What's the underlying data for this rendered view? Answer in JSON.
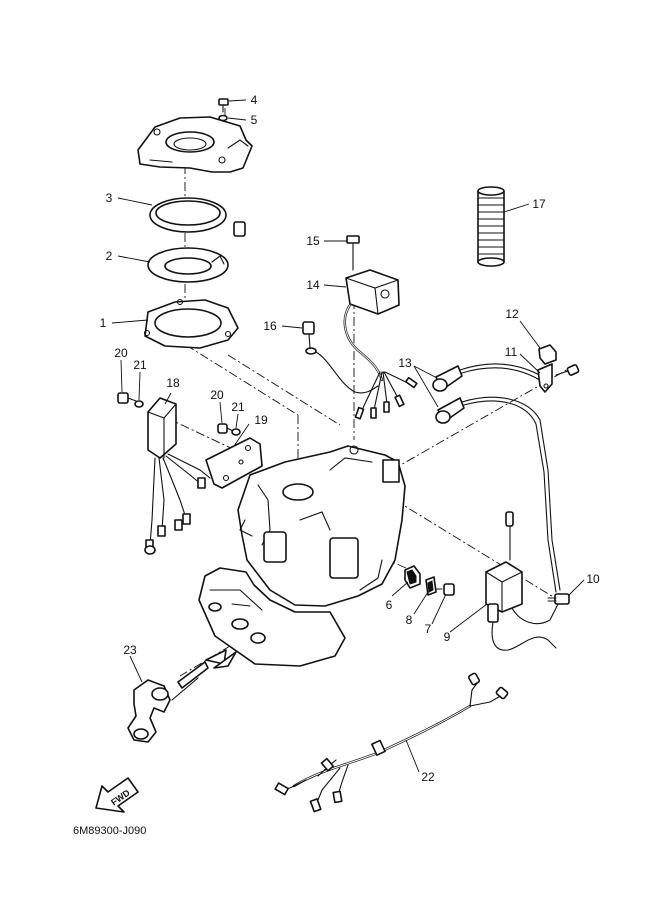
{
  "diagram_code": "6M89300-J090",
  "fwd_label": "FWD",
  "callouts": [
    {
      "id": "1",
      "text": "1"
    },
    {
      "id": "2",
      "text": "2"
    },
    {
      "id": "3",
      "text": "3"
    },
    {
      "id": "4",
      "text": "4"
    },
    {
      "id": "5",
      "text": "5"
    },
    {
      "id": "6",
      "text": "6"
    },
    {
      "id": "7",
      "text": "7"
    },
    {
      "id": "8",
      "text": "8"
    },
    {
      "id": "9",
      "text": "9"
    },
    {
      "id": "10",
      "text": "10"
    },
    {
      "id": "11",
      "text": "11"
    },
    {
      "id": "12",
      "text": "12"
    },
    {
      "id": "13",
      "text": "13"
    },
    {
      "id": "14",
      "text": "14"
    },
    {
      "id": "15",
      "text": "15"
    },
    {
      "id": "16",
      "text": "16"
    },
    {
      "id": "17",
      "text": "17"
    },
    {
      "id": "18",
      "text": "18"
    },
    {
      "id": "19",
      "text": "19"
    },
    {
      "id": "20a",
      "text": "20"
    },
    {
      "id": "20b",
      "text": "20"
    },
    {
      "id": "21a",
      "text": "21"
    },
    {
      "id": "21b",
      "text": "21"
    },
    {
      "id": "22",
      "text": "22"
    },
    {
      "id": "23",
      "text": "23"
    }
  ]
}
